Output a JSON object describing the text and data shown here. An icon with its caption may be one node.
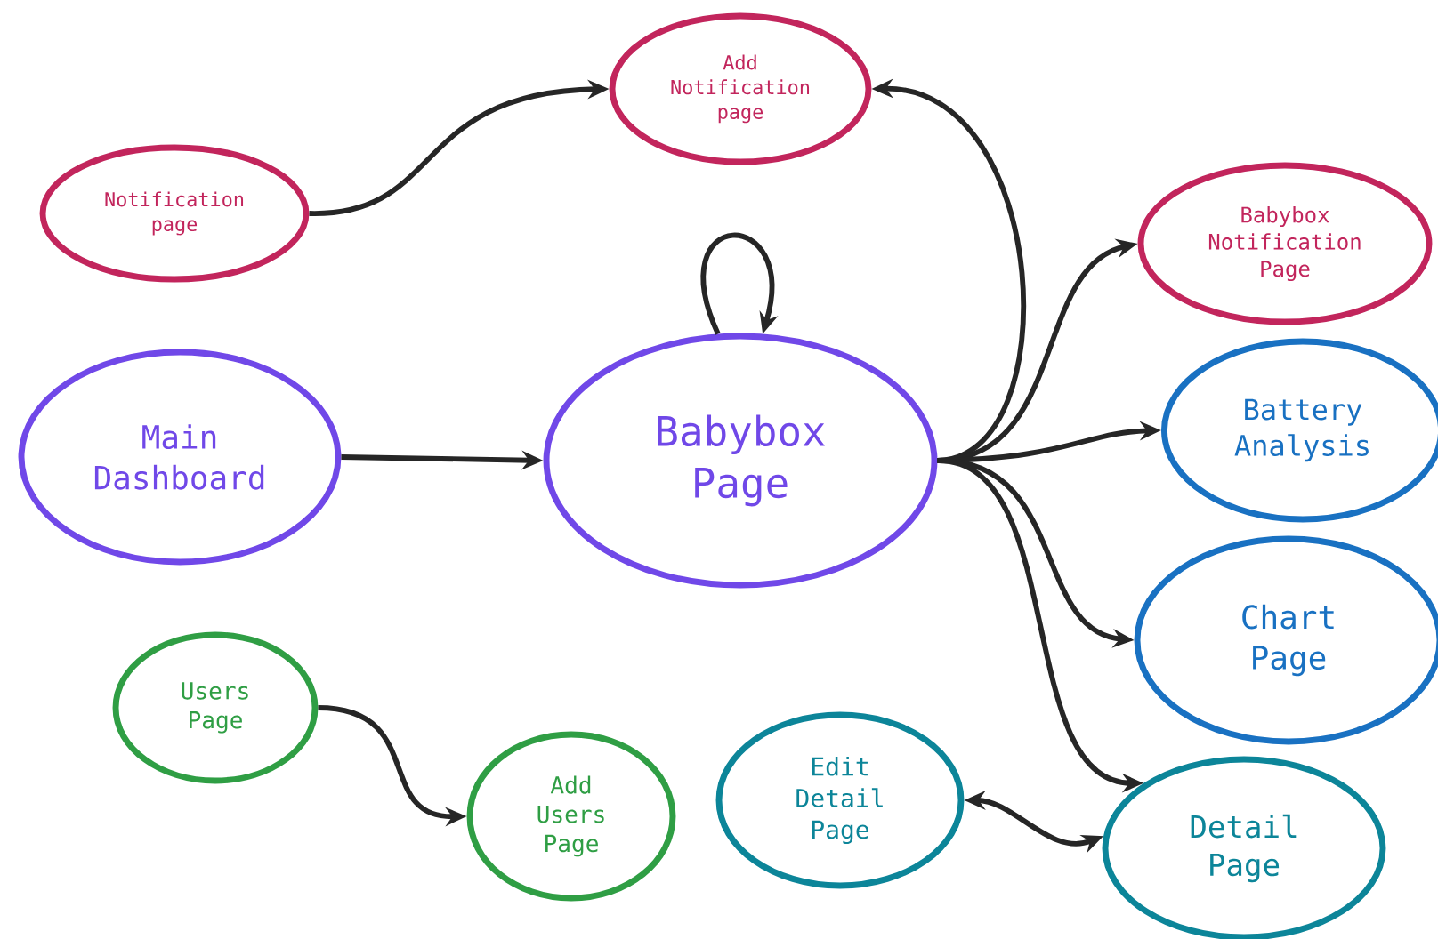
{
  "diagram": {
    "nodes": [
      {
        "text": [
          "Notification page"
        ]
      },
      {
        "text": [
          "Add Notification page"
        ]
      },
      {
        "text": [
          "Babybox Notification Page"
        ]
      },
      {
        "text": [
          "Main Dashboard"
        ]
      },
      {
        "text": [
          "Babybox Page"
        ]
      },
      {
        "text": [
          "Battery Analysis"
        ]
      },
      {
        "text": [
          "Chart Page"
        ]
      },
      {
        "text": [
          "Users Page"
        ]
      },
      {
        "text": [
          "Add Users Page"
        ]
      },
      {
        "text": [
          "Edit Detail Page"
        ]
      },
      {
        "text": [
          "Detail Page"
        ]
      }
    ],
    "edges": [
      {
        "from": 0,
        "to": 1,
        "arrow": "to"
      },
      {
        "from": 4,
        "to": 4,
        "arrow": "to"
      },
      {
        "from": 3,
        "to": 4,
        "arrow": "to"
      },
      {
        "from": 4,
        "to": 1,
        "arrow": "to"
      },
      {
        "from": 4,
        "to": 2,
        "arrow": "to"
      },
      {
        "from": 4,
        "to": 5,
        "arrow": "to"
      },
      {
        "from": 4,
        "to": 6,
        "arrow": "to"
      },
      {
        "from": 4,
        "to": 10,
        "arrow": "to"
      },
      {
        "from": 10,
        "to": 9,
        "arrow": "both"
      },
      {
        "from": 7,
        "to": 8,
        "arrow": "to"
      }
    ]
  }
}
